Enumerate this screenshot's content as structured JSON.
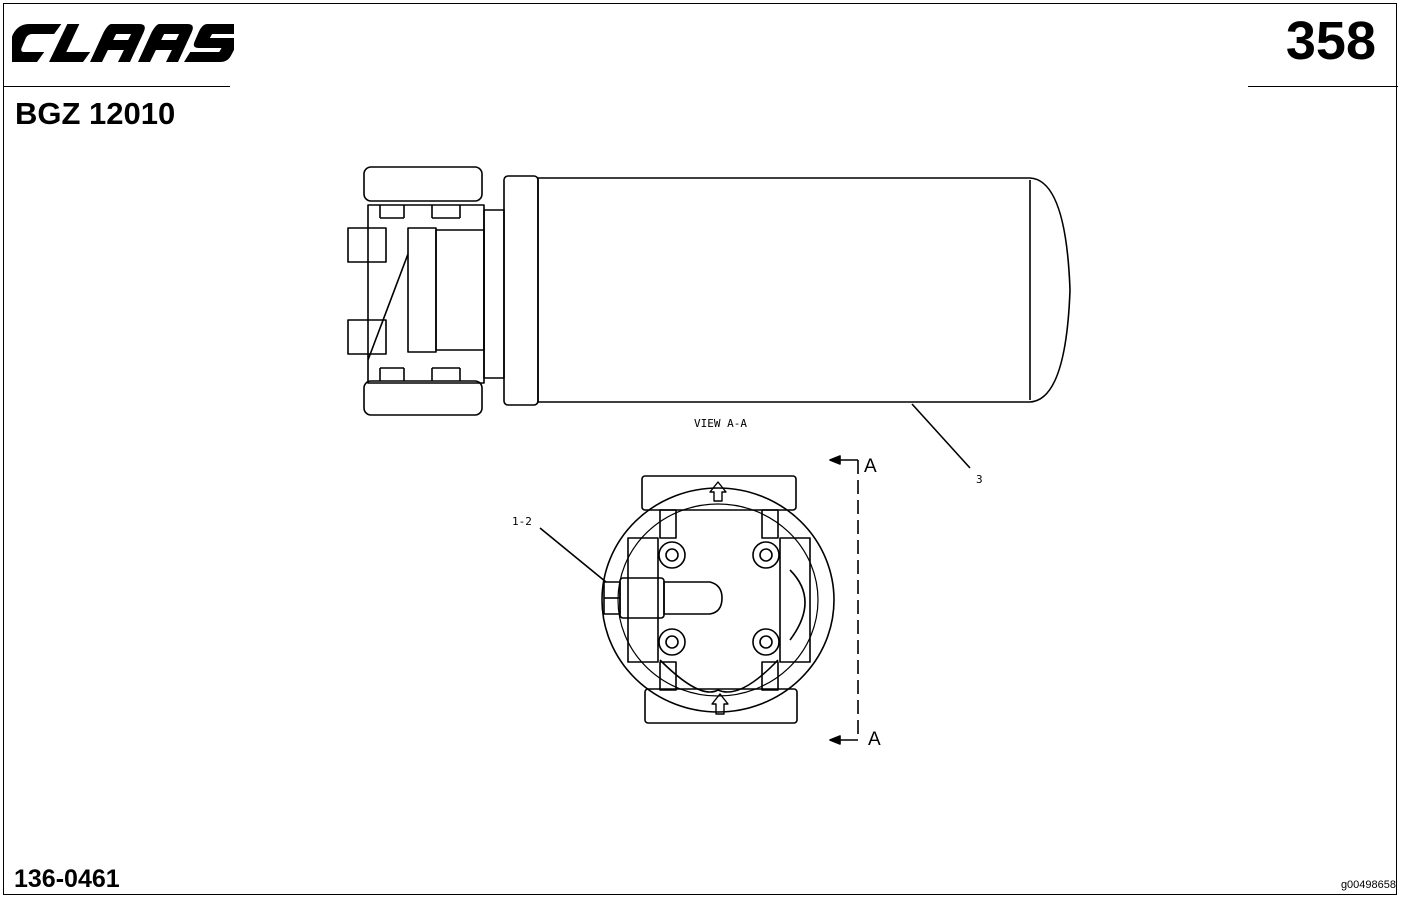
{
  "header": {
    "brand": "CLAAS",
    "page_number": "358",
    "group_code": "BGZ 12010"
  },
  "drawing": {
    "view_label": "VIEW A-A",
    "section_marker_top": "A",
    "section_marker_bottom": "A",
    "callouts": {
      "item_3": "3",
      "item_1_2": "1-2"
    }
  },
  "footer": {
    "part_number": "136-0461",
    "image_id": "g00498658"
  }
}
